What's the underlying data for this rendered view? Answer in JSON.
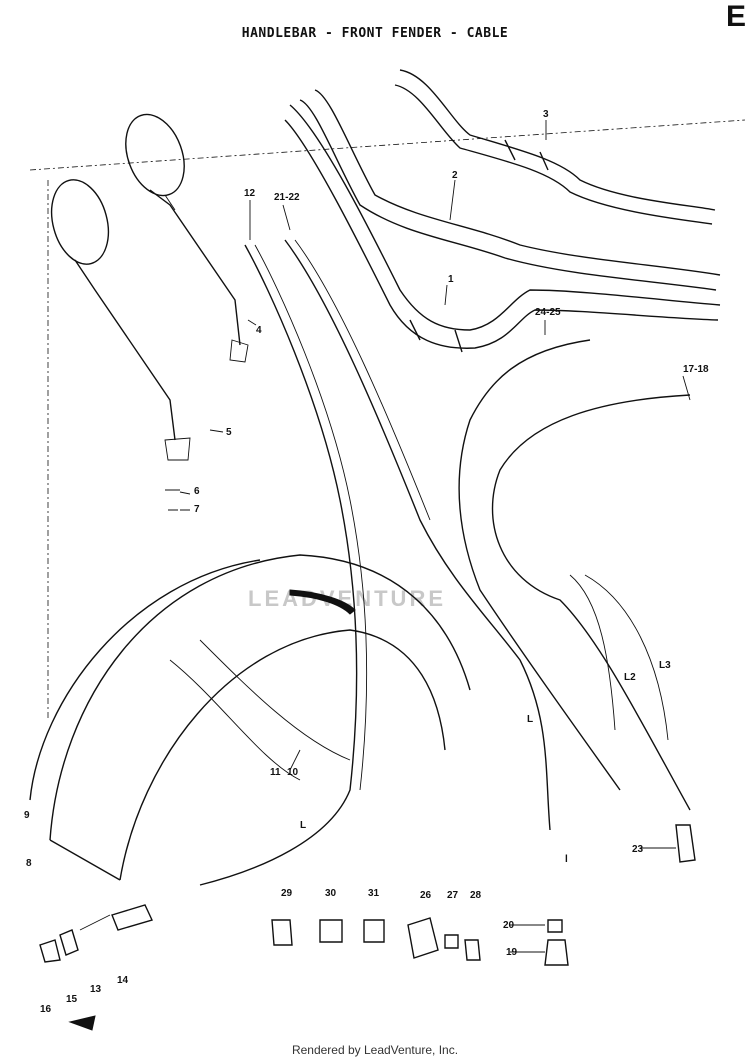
{
  "diagram": {
    "title": "HANDLEBAR - FRONT FENDER - CABLE",
    "section_letter": "E",
    "footer": "Rendered by LeadVenture, Inc.",
    "watermark": "LEADVENTURE",
    "callouts": {
      "c1": "1",
      "c2": "2",
      "c3": "3",
      "c4": "4",
      "c5": "5",
      "c6": "6",
      "c7": "7",
      "c8": "8",
      "c9": "9",
      "c10": "10",
      "c11": "11",
      "c12": "12",
      "c13": "13",
      "c14": "14",
      "c15": "15",
      "c16": "16",
      "c17_18": "17-18",
      "c19": "19",
      "c20": "20",
      "c21_22": "21-22",
      "c23": "23",
      "c24_25": "24-25",
      "c26": "26",
      "c27": "27",
      "c28": "28",
      "c29": "29",
      "c30": "30",
      "c31": "31",
      "cL": "L",
      "cL2": "L2",
      "cL3": "L3",
      "cl": "l"
    }
  },
  "colors": {
    "line": "#111111",
    "background": "#ffffff",
    "watermark": "#c8c8c8"
  }
}
